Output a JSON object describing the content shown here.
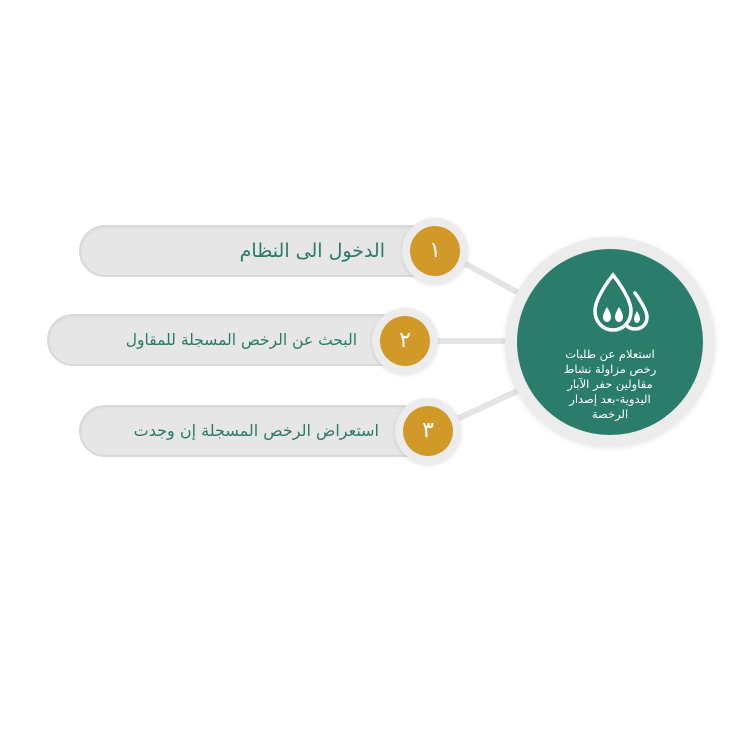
{
  "hub": {
    "icon": "water-drops-icon",
    "text_lines": [
      "استعلام عن طلبات",
      "رخص مزاولة نشاط",
      "مقاولين حفر الآبار",
      "اليدوية-بعد إصدار",
      "الرخصة"
    ]
  },
  "steps": [
    {
      "number": "١",
      "label": "الدخول الى النظام"
    },
    {
      "number": "٢",
      "label": "البحث عن الرخص المسجلة للمقاول"
    },
    {
      "number": "٣",
      "label": "استعراض الرخص المسجلة إن وجدت"
    }
  ],
  "colors": {
    "hub_green": "#2b7d6b",
    "label_green": "#2a7a68",
    "number_gold": "#d19a28",
    "pill_gray": "#e6e6e6"
  }
}
